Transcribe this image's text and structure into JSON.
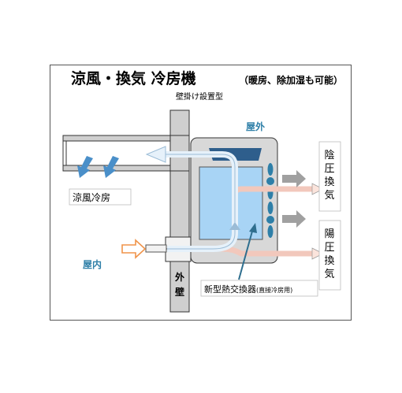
{
  "title": {
    "main": "涼風・換気 冷房機",
    "sub": "（暖房、除加湿も可能）",
    "install": "壁掛け設置型"
  },
  "labels": {
    "outdoor": "屋外",
    "indoor": "屋内",
    "wall_chars": [
      "外",
      "壁"
    ],
    "cool_breeze": "涼風冷房",
    "exhaust_upper": [
      "陰",
      "圧",
      "換",
      "気"
    ],
    "exhaust_lower": [
      "陽",
      "圧",
      "換",
      "気"
    ],
    "heat_exchanger": "新型熱交換器",
    "heat_exchanger_note": "(直接冷房用)"
  },
  "colors": {
    "unit_body": "#d8d8d8",
    "exchanger": "#a8d4f5",
    "fan": "#2e7fa8",
    "duct_blue": "#2e5e8c",
    "arrow_pink": "#f2c8bc",
    "arrow_orange": "#f0944a",
    "label_blue": "#2e7fa8"
  }
}
